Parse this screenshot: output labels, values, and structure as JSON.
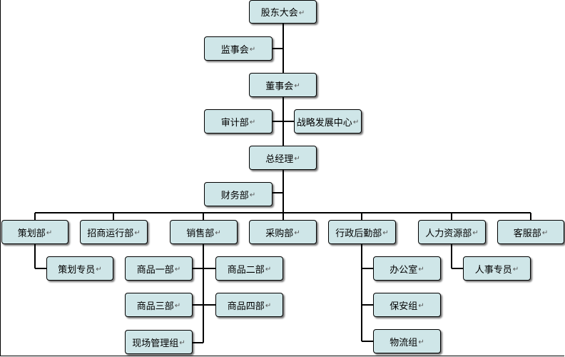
{
  "colors": {
    "box_fill": "#cfe6e8",
    "line": "#000000"
  },
  "paragraph_mark": "↵",
  "nodes": {
    "shareholders": "股东大会",
    "supervisory": "监事会",
    "board": "董事会",
    "audit": "审计部",
    "strategy": "战略发展中心",
    "gm": "总经理",
    "finance": "财务部",
    "planning": "策划部",
    "planning_spec": "策划专员",
    "investment": "招商运行部",
    "sales": "销售部",
    "goods1": "商品一部",
    "goods2": "商品二部",
    "goods3": "商品三部",
    "goods4": "商品四部",
    "onsite_mgmt": "现场管理组",
    "purchasing": "采购部",
    "admin": "行政后勤部",
    "office": "办公室",
    "security": "保安组",
    "logistics": "物流组",
    "hr": "人力资源部",
    "hr_spec": "人事专员",
    "customer_service": "客服部"
  }
}
